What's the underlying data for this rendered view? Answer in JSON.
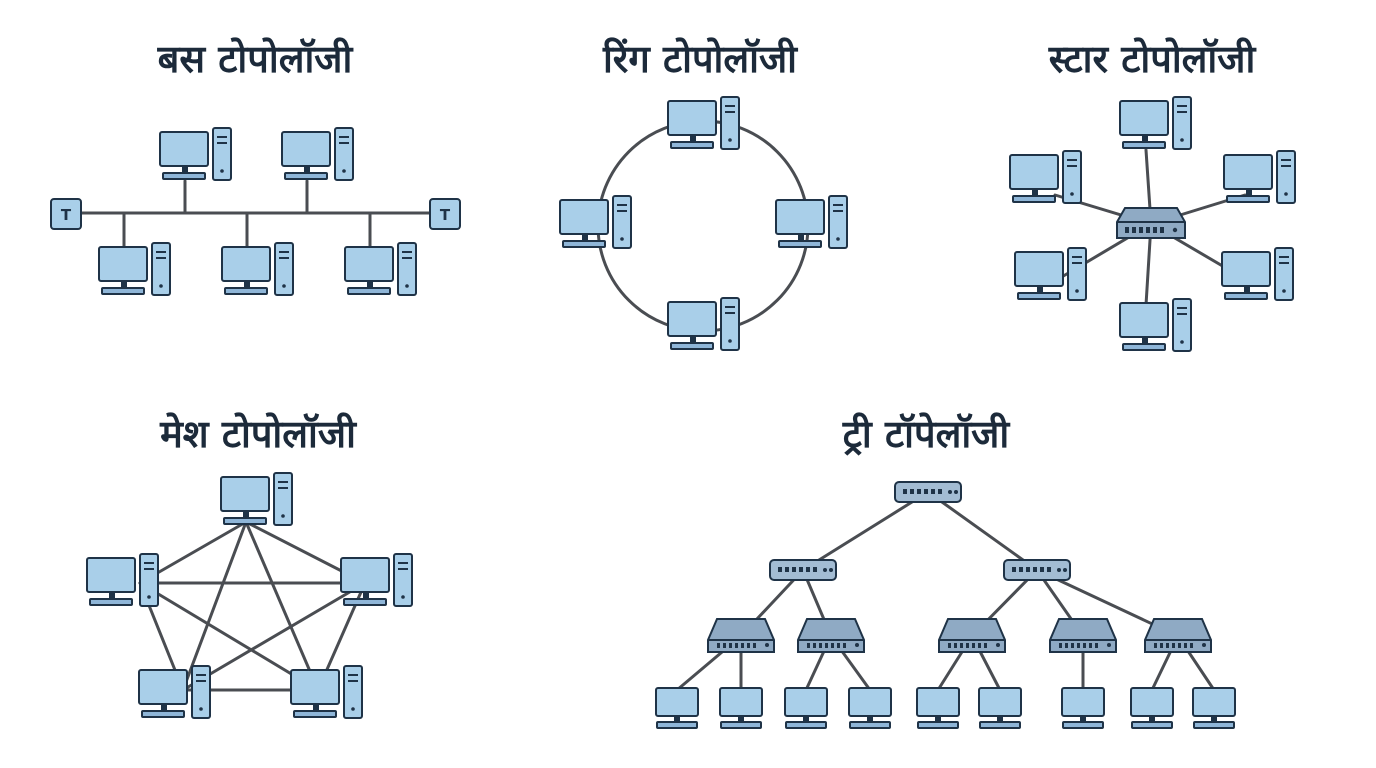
{
  "sections": {
    "bus": {
      "title": "बस टोपोलॉजी",
      "terminator_label": "T"
    },
    "ring": {
      "title": "रिंग टोपोलॉजी"
    },
    "star": {
      "title": "स्टार टोपोलॉजी"
    },
    "mesh": {
      "title": "मेश टोपोलॉजी"
    },
    "tree": {
      "title": "ट्री टॉपेलॉजी"
    }
  },
  "colors": {
    "title_text": "#1c2a3a",
    "link_line": "#4a4d52",
    "device_fill": "#a9cfe9",
    "device_outline": "#1f3347",
    "switch_fill": "#a3bcd3",
    "hub_fill": "#8faac4"
  },
  "icons": {
    "workstation": "desktop-computer-icon",
    "switch": "network-switch-icon",
    "hub": "network-hub-icon",
    "terminator": "bus-terminator-icon"
  }
}
